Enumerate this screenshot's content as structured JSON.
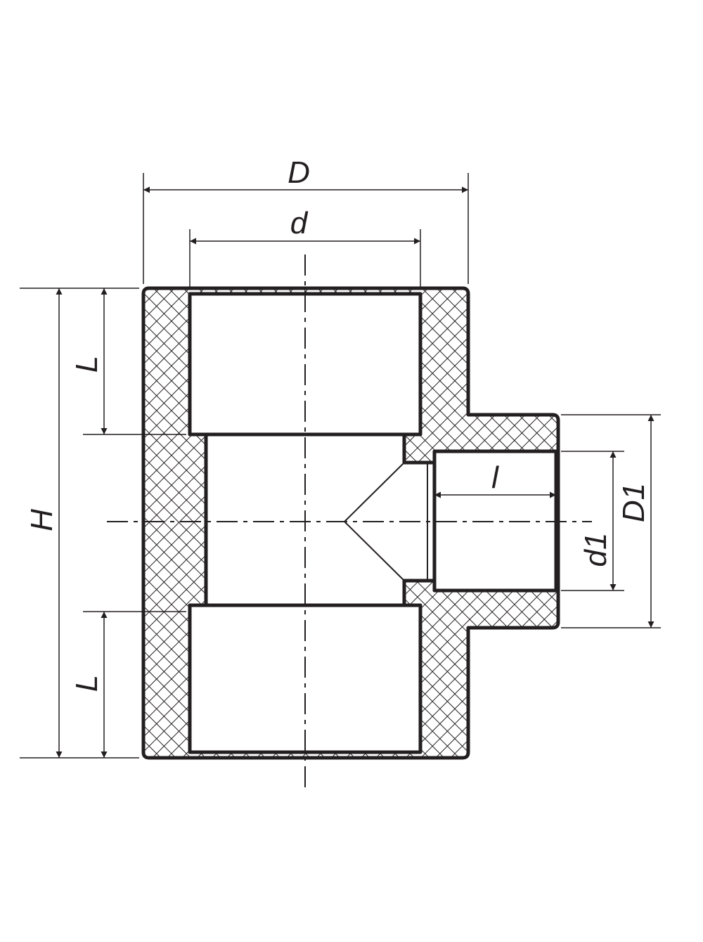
{
  "diagram": {
    "labels": {
      "D": "D",
      "d": "d",
      "L_top": "L",
      "L_bottom": "L",
      "H": "H",
      "l": "l",
      "d1": "d1",
      "D1": "D1"
    },
    "colors": {
      "stroke": "#231f20",
      "hatch": "#231f20",
      "background": "#ffffff"
    }
  }
}
